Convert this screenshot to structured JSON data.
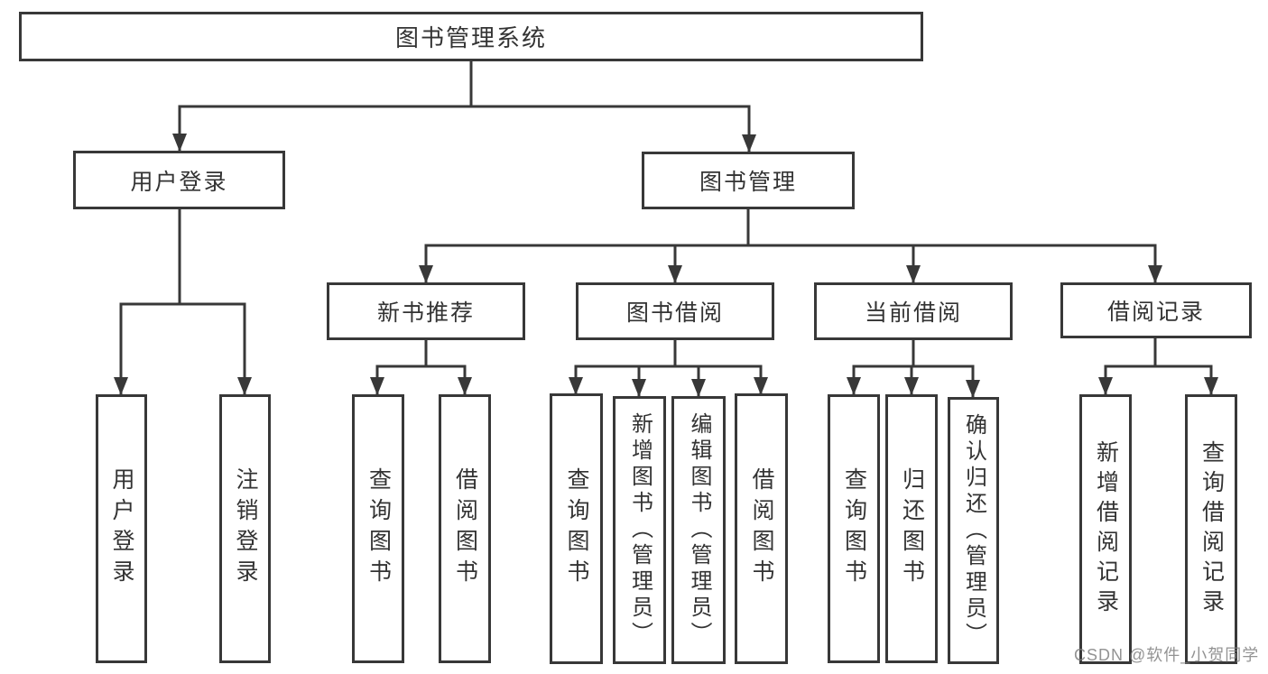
{
  "diagram": {
    "root": {
      "label": "图书管理系统"
    },
    "level2": {
      "user_login": {
        "label": "用户登录"
      },
      "book_manage": {
        "label": "图书管理"
      }
    },
    "user_login_children": [
      {
        "label": "用户登录"
      },
      {
        "label": "注销登录"
      }
    ],
    "sections": [
      {
        "label": "新书推荐",
        "children": [
          {
            "label": "查询图书"
          },
          {
            "label": "借阅图书"
          }
        ]
      },
      {
        "label": "图书借阅",
        "children": [
          {
            "label": "查询图书"
          },
          {
            "label": "新增图书（管理员）"
          },
          {
            "label": "编辑图书（管理员）"
          },
          {
            "label": "借阅图书"
          }
        ]
      },
      {
        "label": "当前借阅",
        "children": [
          {
            "label": "查询图书"
          },
          {
            "label": "归还图书"
          },
          {
            "label": "确认归还（管理员）"
          }
        ]
      },
      {
        "label": "借阅记录",
        "children": [
          {
            "label": "新增借阅记录"
          },
          {
            "label": "查询借阅记录"
          }
        ]
      }
    ]
  },
  "watermark": {
    "text": "CSDN @软件_小贺同学"
  },
  "colors": {
    "line": "#383838",
    "text": "#333333",
    "background": "#ffffff",
    "watermark": "#8c8c8c"
  }
}
